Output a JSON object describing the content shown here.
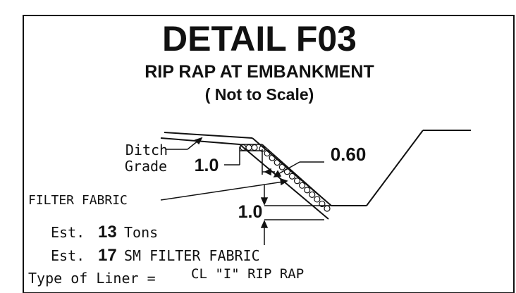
{
  "detail": {
    "title": "DETAIL F03",
    "subtitle": "RIP RAP AT EMBANKMENT",
    "scale_note": "( Not to  Scale)"
  },
  "labels": {
    "ditch_line1": "Ditch",
    "ditch_line2": "Grade",
    "dim_horizontal": "1.0",
    "dim_thickness": "0.60",
    "filter_fabric": "FILTER FABRIC",
    "dim_vertical": "1.0"
  },
  "estimates": {
    "prefix": "Est.",
    "tons_value": "13",
    "tons_unit": "Tons",
    "fabric_value": "17",
    "fabric_unit": "SM FILTER FABRIC"
  },
  "liner": {
    "label": "Type of Liner =",
    "value": "CL \"I\" RIP RAP"
  },
  "colors": {
    "ink": "#111111",
    "paper": "#ffffff"
  }
}
